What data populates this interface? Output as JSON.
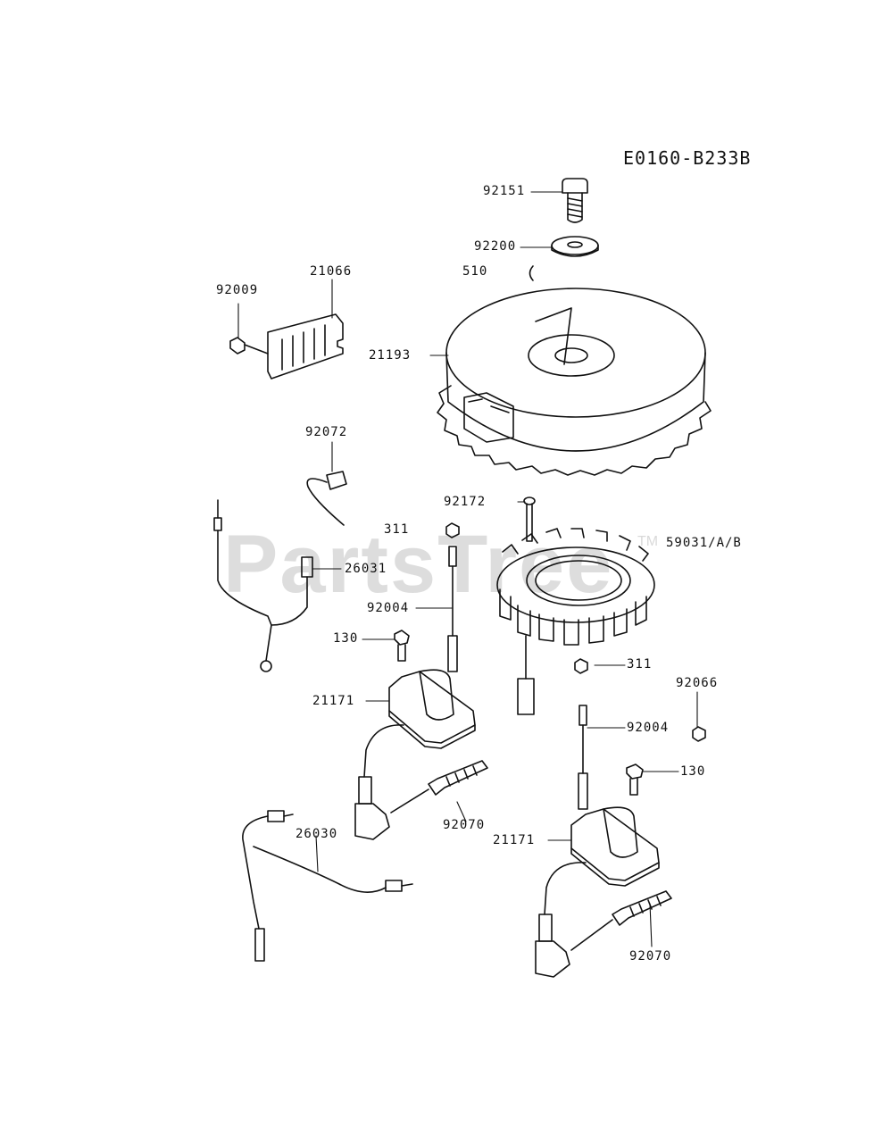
{
  "drawing_id": "E0160-B233B",
  "watermark": {
    "text": "PartsTree",
    "mark": "TM"
  },
  "callouts": {
    "c92151": "92151",
    "c92200": "92200",
    "c510": "510",
    "c21066": "21066",
    "c92009": "92009",
    "c21193": "21193",
    "c92072": "92072",
    "c92172": "92172",
    "c311_a": "311",
    "c59031": "59031/A/B",
    "c26031": "26031",
    "c92004_a": "92004",
    "c130_a": "130",
    "c311_b": "311",
    "c92066": "92066",
    "c21171_a": "21171",
    "c92004_b": "92004",
    "c130_b": "130",
    "c92070_a": "92070",
    "c26030": "26030",
    "c21171_b": "21171",
    "c92070_b": "92070"
  }
}
